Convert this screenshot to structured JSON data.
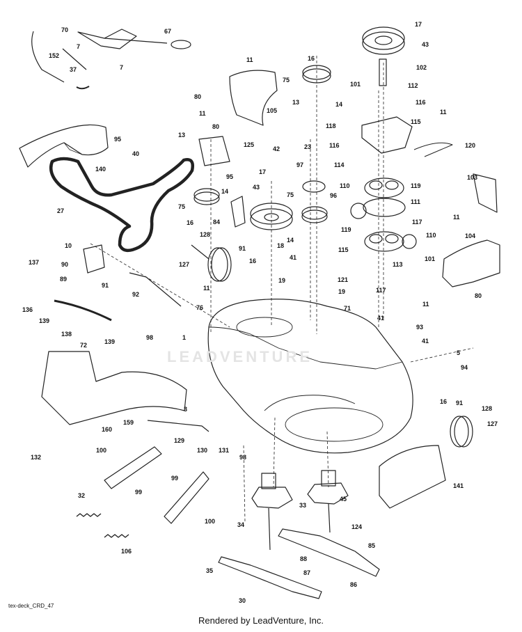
{
  "diagram": {
    "drawing_code": "tex-deck_CRD_47",
    "footer": "Rendered by LeadVenture, Inc.",
    "watermark": "LEADVENTURE",
    "callouts": [
      {
        "id": "c17a",
        "label": "17"
      },
      {
        "id": "c43a",
        "label": "43"
      },
      {
        "id": "c102",
        "label": "102"
      },
      {
        "id": "c101a",
        "label": "101"
      },
      {
        "id": "c112",
        "label": "112"
      },
      {
        "id": "c116a",
        "label": "116"
      },
      {
        "id": "c118",
        "label": "118"
      },
      {
        "id": "c115a",
        "label": "115"
      },
      {
        "id": "c11a",
        "label": "11"
      },
      {
        "id": "c116b",
        "label": "116"
      },
      {
        "id": "c120",
        "label": "120"
      },
      {
        "id": "c114",
        "label": "114"
      },
      {
        "id": "c103",
        "label": "103"
      },
      {
        "id": "c119a",
        "label": "119"
      },
      {
        "id": "c111",
        "label": "111"
      },
      {
        "id": "c110a",
        "label": "110"
      },
      {
        "id": "c11b",
        "label": "11"
      },
      {
        "id": "c117a",
        "label": "117"
      },
      {
        "id": "c119b",
        "label": "119"
      },
      {
        "id": "c110b",
        "label": "110"
      },
      {
        "id": "c104",
        "label": "104"
      },
      {
        "id": "c115b",
        "label": "115"
      },
      {
        "id": "c113",
        "label": "113"
      },
      {
        "id": "c101b",
        "label": "101"
      },
      {
        "id": "c121",
        "label": "121"
      },
      {
        "id": "c117b",
        "label": "117"
      },
      {
        "id": "c80a",
        "label": "80"
      },
      {
        "id": "c70",
        "label": "70"
      },
      {
        "id": "c67",
        "label": "67"
      },
      {
        "id": "c7a",
        "label": "7"
      },
      {
        "id": "c152",
        "label": "152"
      },
      {
        "id": "c7b",
        "label": "7"
      },
      {
        "id": "c37",
        "label": "37"
      },
      {
        "id": "c16a",
        "label": "16"
      },
      {
        "id": "c75a",
        "label": "75"
      },
      {
        "id": "c11c",
        "label": "11"
      },
      {
        "id": "c80b",
        "label": "80"
      },
      {
        "id": "c11d",
        "label": "11"
      },
      {
        "id": "c105",
        "label": "105"
      },
      {
        "id": "c13a",
        "label": "13"
      },
      {
        "id": "c14a",
        "label": "14"
      },
      {
        "id": "c80c",
        "label": "80"
      },
      {
        "id": "c95a",
        "label": "95"
      },
      {
        "id": "c40",
        "label": "40"
      },
      {
        "id": "c13b",
        "label": "13"
      },
      {
        "id": "c125",
        "label": "125"
      },
      {
        "id": "c42",
        "label": "42"
      },
      {
        "id": "c140",
        "label": "140"
      },
      {
        "id": "c23",
        "label": "23"
      },
      {
        "id": "c95b",
        "label": "95"
      },
      {
        "id": "c97",
        "label": "97"
      },
      {
        "id": "c17b",
        "label": "17"
      },
      {
        "id": "c27",
        "label": "27"
      },
      {
        "id": "c14b",
        "label": "14"
      },
      {
        "id": "c43b",
        "label": "43"
      },
      {
        "id": "c75b",
        "label": "75"
      },
      {
        "id": "c96",
        "label": "96"
      },
      {
        "id": "c75c",
        "label": "75"
      },
      {
        "id": "c16b",
        "label": "16"
      },
      {
        "id": "c84",
        "label": "84"
      },
      {
        "id": "c14c",
        "label": "14"
      },
      {
        "id": "c18",
        "label": "18"
      },
      {
        "id": "c128a",
        "label": "128"
      },
      {
        "id": "c10",
        "label": "10"
      },
      {
        "id": "c91a",
        "label": "91"
      },
      {
        "id": "c90",
        "label": "90"
      },
      {
        "id": "c127a",
        "label": "127"
      },
      {
        "id": "c16c",
        "label": "16"
      },
      {
        "id": "c137",
        "label": "137"
      },
      {
        "id": "c89",
        "label": "89"
      },
      {
        "id": "c91b",
        "label": "91"
      },
      {
        "id": "c19a",
        "label": "19"
      },
      {
        "id": "c41a",
        "label": "41"
      },
      {
        "id": "c92",
        "label": "92"
      },
      {
        "id": "c11e",
        "label": "11"
      },
      {
        "id": "c136",
        "label": "136"
      },
      {
        "id": "c76",
        "label": "76"
      },
      {
        "id": "c19b",
        "label": "19"
      },
      {
        "id": "c71",
        "label": "71"
      },
      {
        "id": "c11f",
        "label": "11"
      },
      {
        "id": "c139a",
        "label": "139"
      },
      {
        "id": "c93",
        "label": "93"
      },
      {
        "id": "c41b",
        "label": "41"
      },
      {
        "id": "c138",
        "label": "138"
      },
      {
        "id": "c139b",
        "label": "139"
      },
      {
        "id": "c98a",
        "label": "98"
      },
      {
        "id": "c1",
        "label": "1"
      },
      {
        "id": "c72",
        "label": "72"
      },
      {
        "id": "c41c",
        "label": "41"
      },
      {
        "id": "c5",
        "label": "5"
      },
      {
        "id": "c94",
        "label": "94"
      },
      {
        "id": "c3",
        "label": "3"
      },
      {
        "id": "c16d",
        "label": "16"
      },
      {
        "id": "c91c",
        "label": "91"
      },
      {
        "id": "c128b",
        "label": "128"
      },
      {
        "id": "c159",
        "label": "159"
      },
      {
        "id": "c160",
        "label": "160"
      },
      {
        "id": "c127b",
        "label": "127"
      },
      {
        "id": "c129",
        "label": "129"
      },
      {
        "id": "c130",
        "label": "130"
      },
      {
        "id": "c131",
        "label": "131"
      },
      {
        "id": "c132",
        "label": "132"
      },
      {
        "id": "c98b",
        "label": "98"
      },
      {
        "id": "c100a",
        "label": "100"
      },
      {
        "id": "c141",
        "label": "141"
      },
      {
        "id": "c99a",
        "label": "99"
      },
      {
        "id": "c99b",
        "label": "99"
      },
      {
        "id": "c33",
        "label": "33"
      },
      {
        "id": "c45",
        "label": "45"
      },
      {
        "id": "c32",
        "label": "32"
      },
      {
        "id": "c34",
        "label": "34"
      },
      {
        "id": "c100b",
        "label": "100"
      },
      {
        "id": "c124",
        "label": "124"
      },
      {
        "id": "c106",
        "label": "106"
      },
      {
        "id": "c85",
        "label": "85"
      },
      {
        "id": "c88",
        "label": "88"
      },
      {
        "id": "c35",
        "label": "35"
      },
      {
        "id": "c87",
        "label": "87"
      },
      {
        "id": "c86",
        "label": "86"
      },
      {
        "id": "c30",
        "label": "30"
      }
    ]
  }
}
